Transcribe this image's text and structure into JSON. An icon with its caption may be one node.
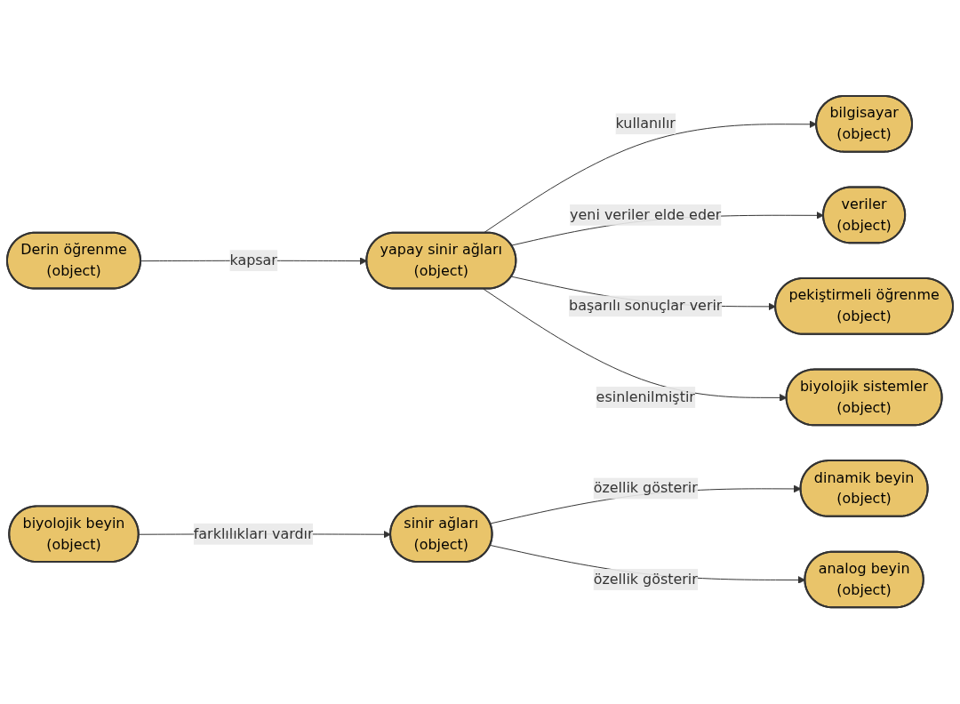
{
  "diagram": {
    "nodes": [
      {
        "text": [
          "Derin öğrenme",
          "(object)"
        ]
      },
      {
        "text": [
          "yapay sinir ağları",
          "(object)"
        ]
      },
      {
        "text": [
          "bilgisayar",
          "(object)"
        ]
      },
      {
        "text": [
          "veriler",
          "(object)"
        ]
      },
      {
        "text": [
          "pekiştirmeli öğrenme",
          "(object)"
        ]
      },
      {
        "text": [
          "biyolojik sistemler",
          "(object)"
        ]
      },
      {
        "text": [
          "biyolojik beyin",
          "(object)"
        ]
      },
      {
        "text": [
          "sinir ağları",
          "(object)"
        ]
      },
      {
        "text": [
          "dinamik beyin",
          "(object)"
        ]
      },
      {
        "text": [
          "analog beyin",
          "(object)"
        ]
      }
    ],
    "edges": [
      {
        "from": 0,
        "to": 1,
        "arrow": "to",
        "label": "kapsar"
      },
      {
        "from": 1,
        "to": 2,
        "arrow": "to",
        "label": "kullanılır"
      },
      {
        "from": 1,
        "to": 3,
        "arrow": "to",
        "label": "yeni veriler elde eder"
      },
      {
        "from": 1,
        "to": 4,
        "arrow": "to",
        "label": "başarılı sonuçlar verir"
      },
      {
        "from": 1,
        "to": 5,
        "arrow": "to",
        "label": "esinlenilmiştir"
      },
      {
        "from": 6,
        "to": 7,
        "arrow": "to",
        "label": "farklılıkları vardır"
      },
      {
        "from": 7,
        "to": 8,
        "arrow": "to",
        "label": "özellik gösterir"
      },
      {
        "from": 7,
        "to": 9,
        "arrow": "to",
        "label": "özellik gösterir"
      }
    ]
  }
}
